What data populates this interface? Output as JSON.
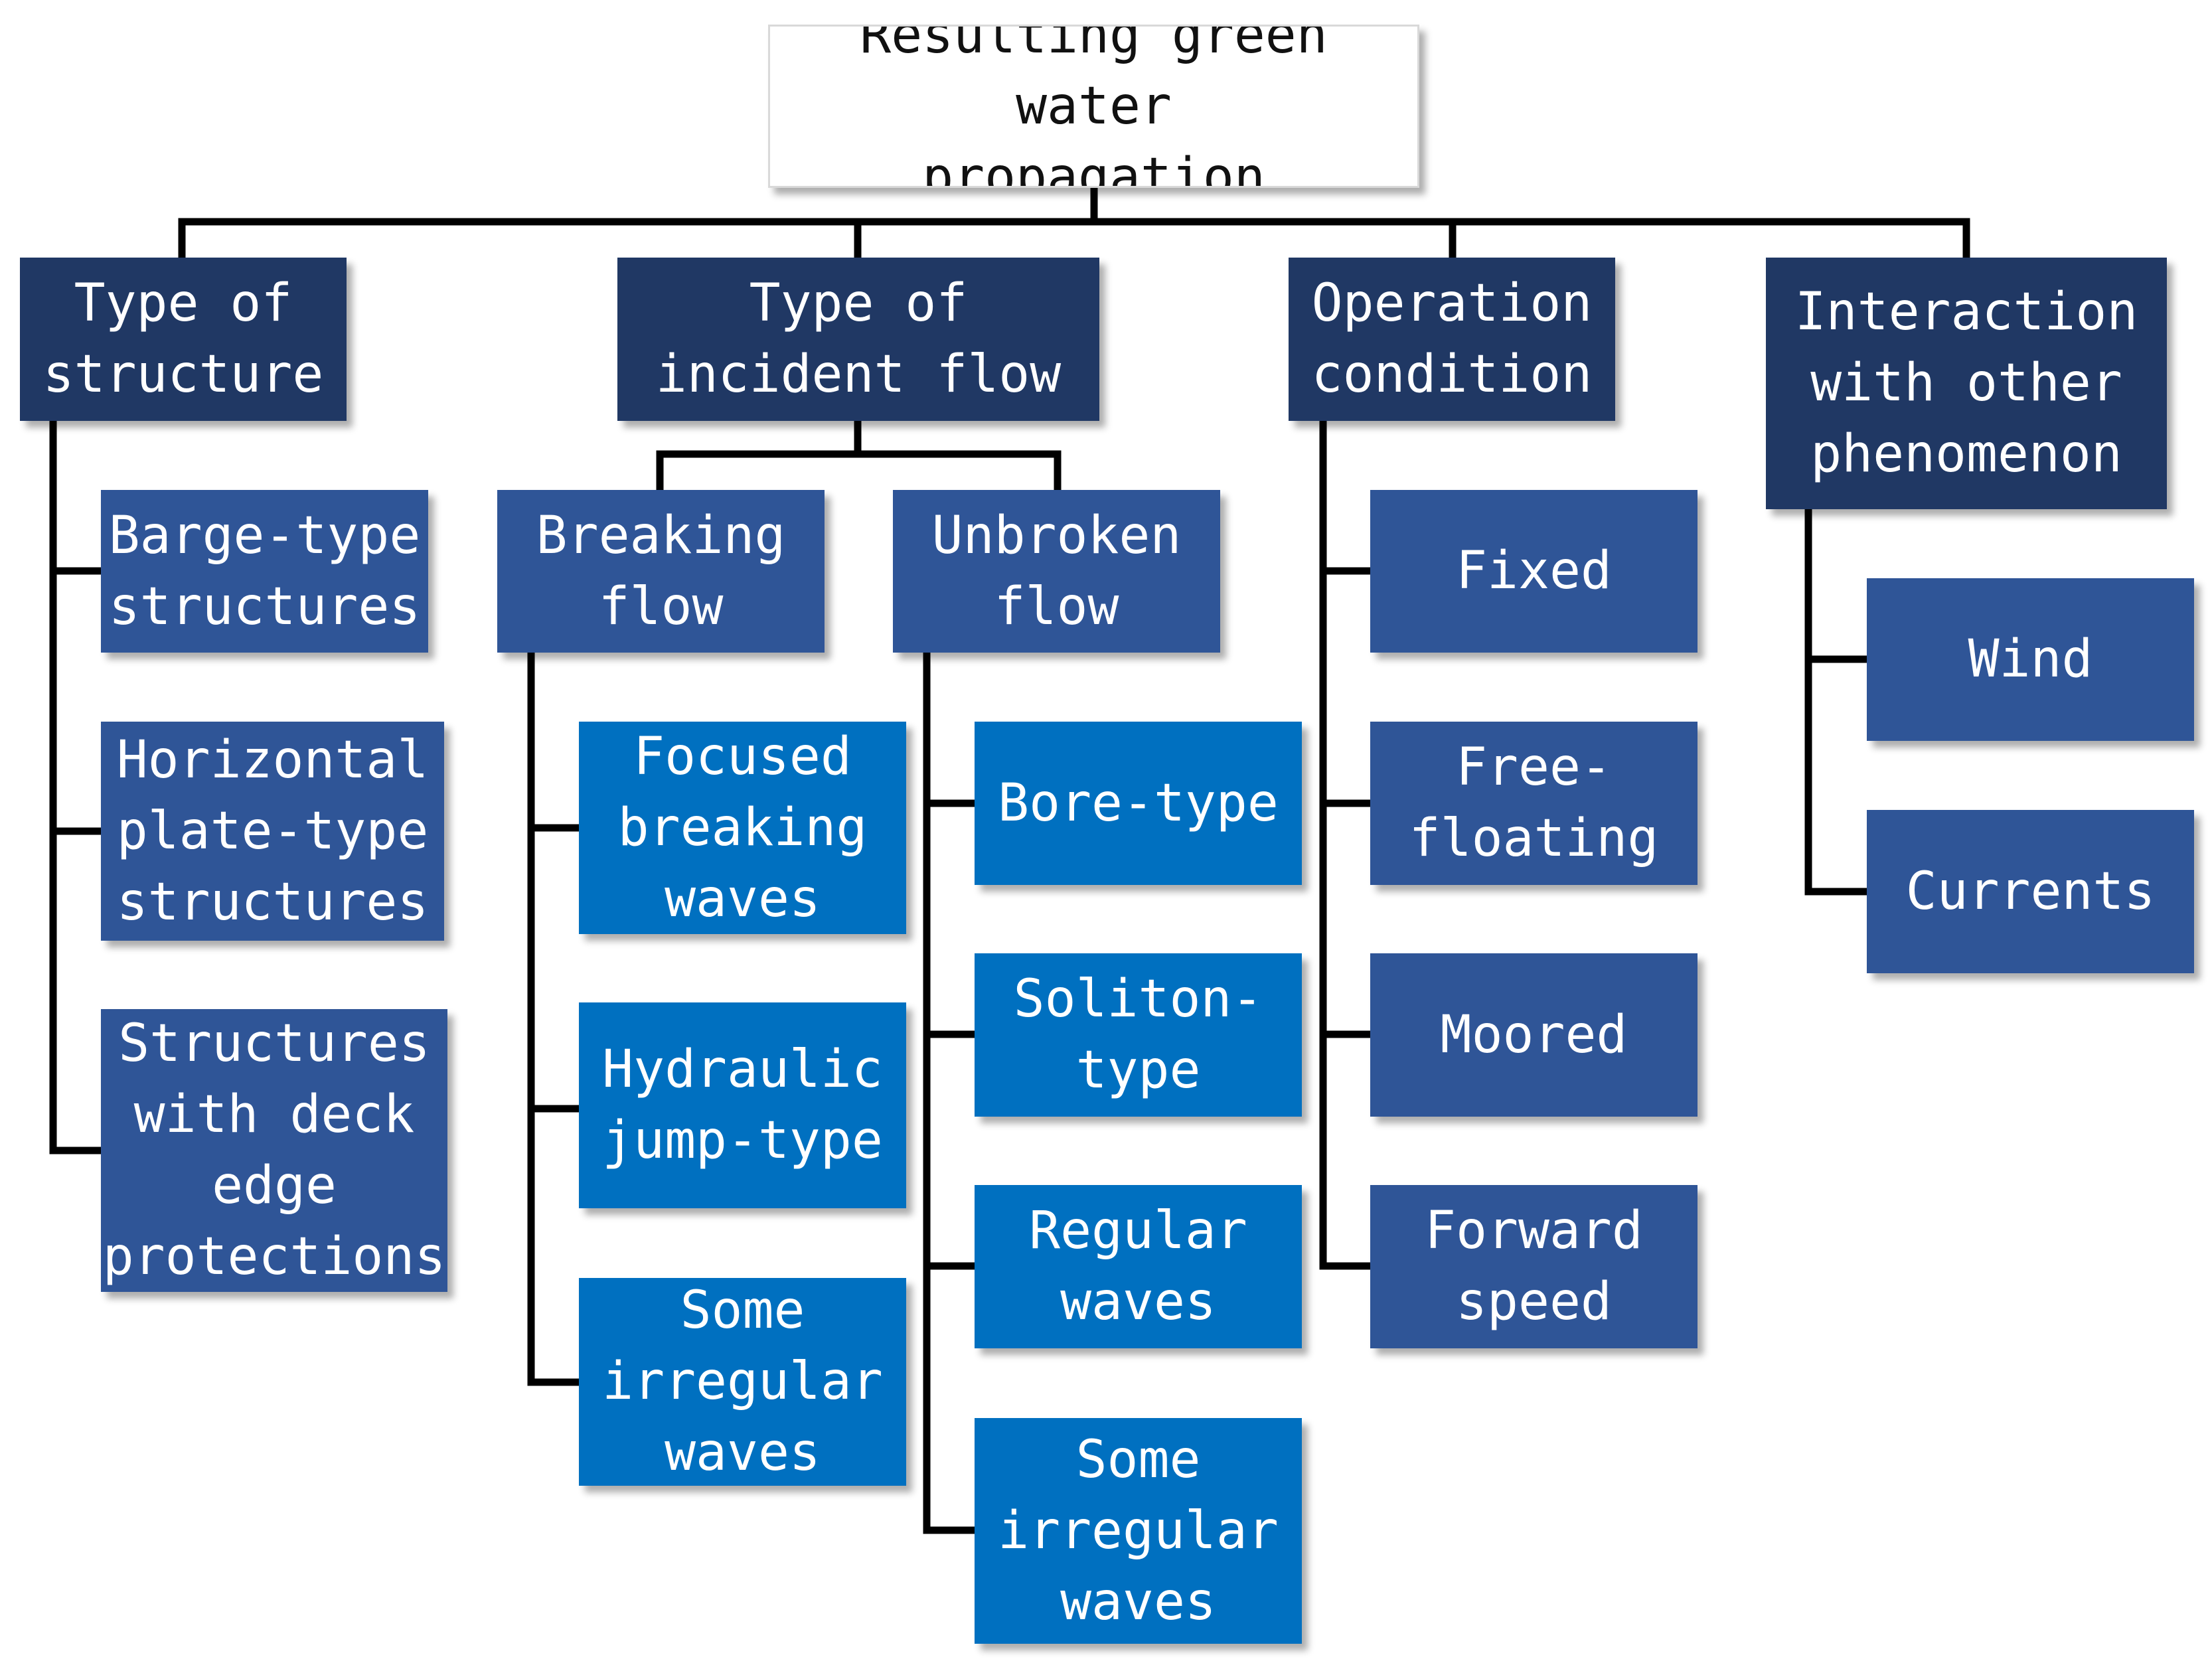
{
  "root": {
    "label": "Resulting green water\npropagation"
  },
  "categories": [
    {
      "label": "Type of\nstructure",
      "items": [
        "Barge-type\nstructures",
        "Horizontal\nplate-type\nstructures",
        "Structures\nwith deck\nedge\nprotections"
      ]
    },
    {
      "label": "Type of\nincident flow",
      "subgroups": [
        {
          "label": "Breaking\nflow",
          "items": [
            "Focused\nbreaking\nwaves",
            "Hydraulic\njump-type",
            "Some\nirregular\nwaves"
          ]
        },
        {
          "label": "Unbroken\nflow",
          "items": [
            "Bore-type",
            "Soliton-\ntype",
            "Regular\nwaves",
            "Some\nirregular\nwaves"
          ]
        }
      ]
    },
    {
      "label": "Operation\ncondition",
      "items": [
        "Fixed",
        "Free-\nfloating",
        "Moored",
        "Forward\nspeed"
      ]
    },
    {
      "label": "Interaction\nwith other\nphenomenon",
      "items": [
        "Wind",
        "Currents"
      ]
    }
  ],
  "colors": {
    "root_fill": "#ffffff",
    "category_fill": "#203864",
    "item_fill": "#2f5597",
    "leaf_fill": "#0070c0",
    "connector": "#000000"
  }
}
